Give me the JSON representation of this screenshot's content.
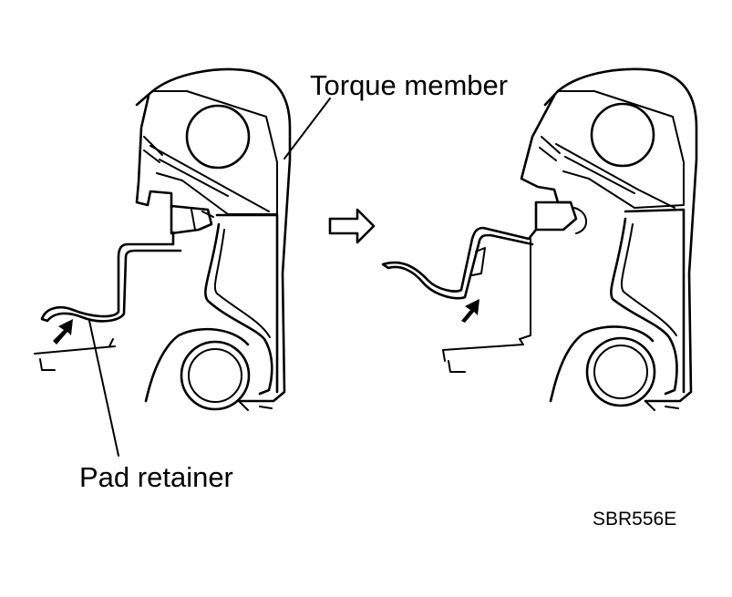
{
  "labels": {
    "torque_member": "Torque member",
    "pad_retainer": "Pad retainer",
    "figure_code": "SBR556E"
  }
}
